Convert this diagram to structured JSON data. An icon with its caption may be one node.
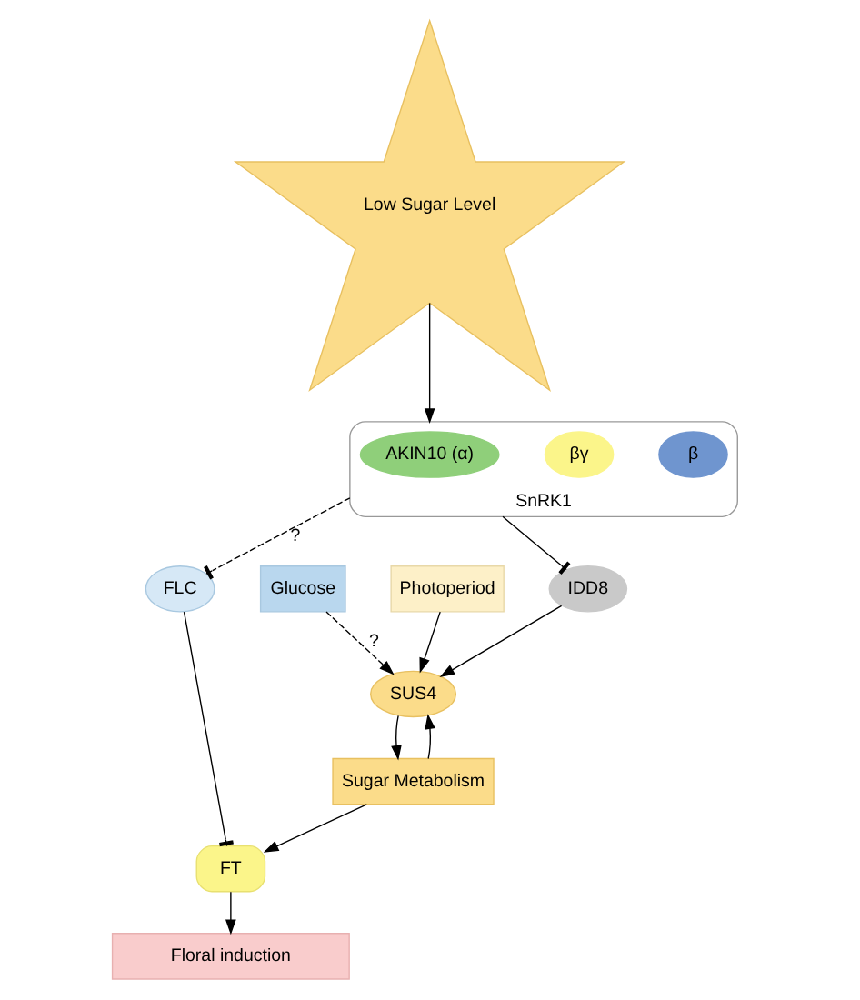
{
  "diagram": {
    "nodes": [
      {
        "text": [
          "Low Sugar Level"
        ]
      },
      {
        "text": [
          "SnRK1"
        ]
      },
      {
        "text": [
          "β"
        ],
        "in": 1
      },
      {
        "text": [
          "βγ"
        ],
        "in": 1
      },
      {
        "text": [
          "AKIN10 (α)"
        ],
        "in": 1
      },
      {
        "text": [
          "IDD8"
        ]
      },
      {
        "text": [
          "Glucose"
        ]
      },
      {
        "text": [
          "Photoperiod"
        ]
      },
      {
        "text": [
          "SUS4"
        ]
      },
      {
        "text": [
          "FLC"
        ]
      },
      {
        "text": [
          "Sugar Metabolism"
        ]
      },
      {
        "text": [
          "FT"
        ]
      },
      {
        "text": [
          "Floral induction"
        ]
      }
    ],
    "edges": [
      {
        "from": 0,
        "to": 1,
        "arrow": "to"
      },
      {
        "from": 1,
        "to": 5,
        "arrow": "other"
      },
      {
        "from": 1,
        "to": 9,
        "arrow": "other",
        "style": "dashed",
        "label": "?"
      },
      {
        "from": 5,
        "to": 8,
        "arrow": "to"
      },
      {
        "from": 10,
        "to": 8,
        "arrow": "to"
      },
      {
        "from": 6,
        "to": 8,
        "arrow": "to",
        "style": "dashed",
        "label": "?"
      },
      {
        "from": 7,
        "to": 8,
        "arrow": "to"
      },
      {
        "from": 8,
        "to": 10,
        "arrow": "to"
      },
      {
        "from": 10,
        "to": 11,
        "arrow": "to"
      },
      {
        "from": 9,
        "to": 11,
        "arrow": "other"
      },
      {
        "from": 11,
        "to": 12,
        "arrow": "to"
      }
    ]
  }
}
